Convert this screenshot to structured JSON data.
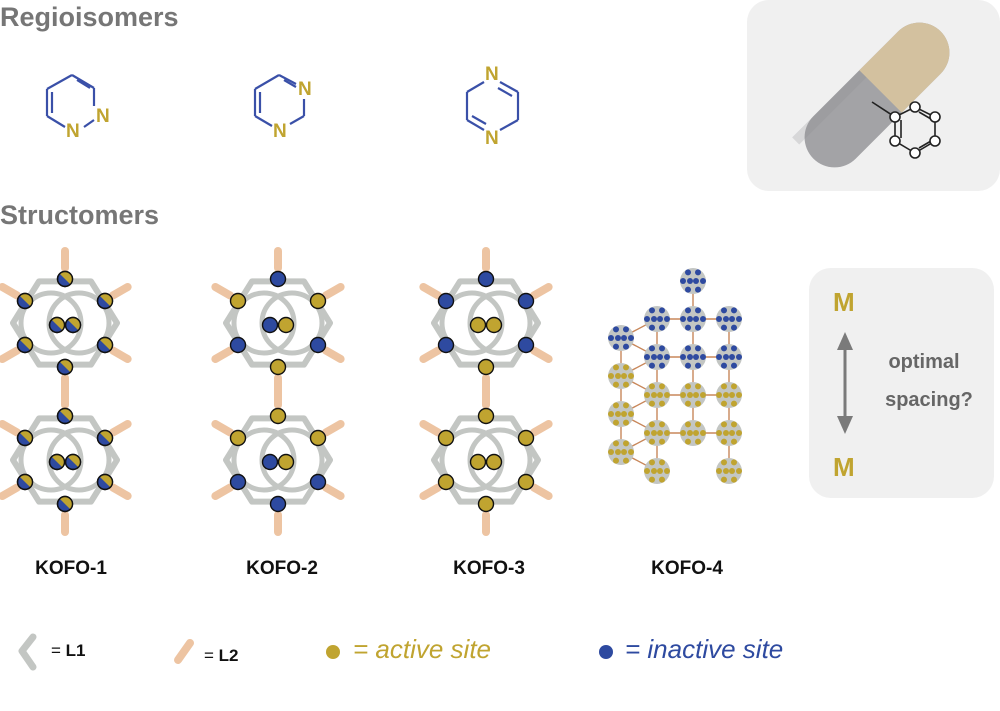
{
  "headings": {
    "regioisomers": "Regioisomers",
    "structomers": "Structomers"
  },
  "molecules": [
    {
      "id": "pyridazine",
      "atom_labels": [
        "N",
        "N"
      ]
    },
    {
      "id": "pyrimidine",
      "atom_labels": [
        "N",
        "N"
      ]
    },
    {
      "id": "pyrazine",
      "atom_labels": [
        "N",
        "N"
      ]
    }
  ],
  "structures": [
    {
      "label": "KOFO-1",
      "site_type": "half"
    },
    {
      "label": "KOFO-2",
      "site_type": "mixed-a"
    },
    {
      "label": "KOFO-3",
      "site_type": "mixed-b"
    },
    {
      "label": "KOFO-4",
      "site_type": "lattice"
    }
  ],
  "spacing_panel": {
    "metal_top": "M",
    "metal_bottom": "M",
    "line1": "optimal",
    "line2": "spacing?"
  },
  "legend": {
    "l1_eq": "= ",
    "l1_name": "L1",
    "l2_eq": "= ",
    "l2_name": "L2",
    "active": "= active site",
    "inactive": "= inactive site"
  },
  "colors": {
    "active": "#c0a430",
    "inactive": "#2e4aa0",
    "bond": "#3a50a8",
    "L1": "#c3c6c3",
    "L2": "#edc4a2",
    "title": "#767676",
    "rod_tan": "#d3c19f",
    "rod_gray": "#a3a3a6"
  }
}
